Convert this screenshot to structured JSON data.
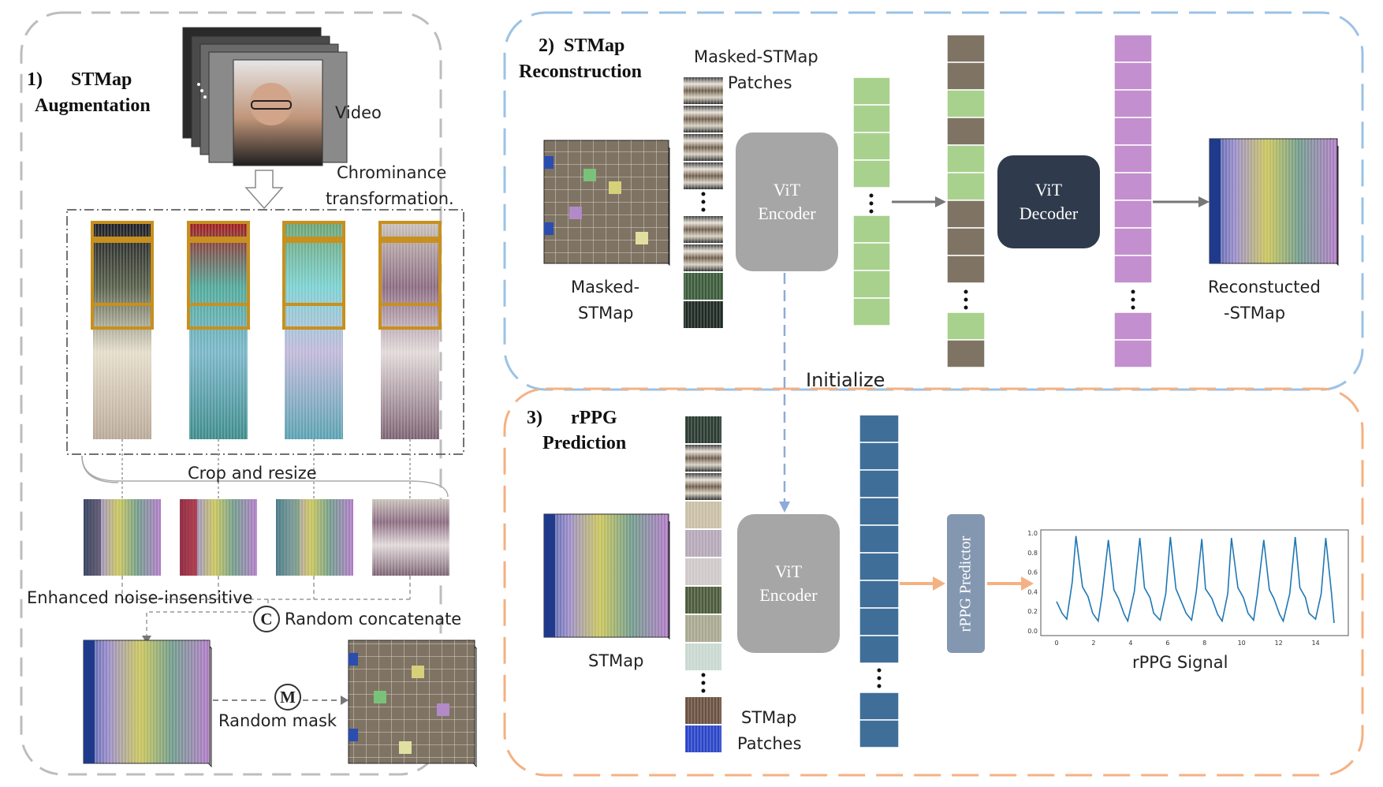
{
  "section1": {
    "title_line1": "1)      STMap",
    "title_line2": "Augmentation",
    "video_label": "Video",
    "chrominance_line1": "Chrominance",
    "chrominance_line2": "transformation.",
    "crop_label": "Crop and resize",
    "enhanced_label": "Enhanced noise-insensitive",
    "concat_symbol": "C",
    "concat_label": "Random concatenate",
    "mask_symbol": "M",
    "mask_label": "Random mask"
  },
  "section2": {
    "title_line1": "2)  STMap",
    "title_line2": "Reconstruction",
    "patches_line1": "Masked-STMap",
    "patches_line2": "Patches",
    "input_line1": "Masked-",
    "input_line2": "STMap",
    "encoder_label": "ViT\nEncoder",
    "decoder_label": "ViT\nDecoder",
    "output_line1": "Reconstucted",
    "output_line2": "-STMap"
  },
  "initialize_label": "Initialize",
  "section3": {
    "title_line1": "3)      rPPG",
    "title_line2": "Prediction",
    "input_label": "STMap",
    "patches_line1": "STMap",
    "patches_line2": "Patches",
    "encoder_label": "ViT\nEncoder",
    "predictor_label": "rPPG Predictor",
    "signal_label": "rPPG Signal"
  },
  "colors": {
    "section1_border": "#bdbdbd",
    "section2_border": "#9cc2e5",
    "section3_border": "#f4b183",
    "encoder_fill": "#a6a6a6",
    "decoder_fill": "#2f3b4c",
    "predictor_fill": "#8497b0",
    "green_token": "#a9d18e",
    "brown_token": "#7f7364",
    "purple_token": "#c38fcf",
    "blue_token": "#3f6e99",
    "signal_line": "#1f77b4",
    "frame_orange": "#c8901e"
  },
  "chart_data": {
    "type": "line",
    "x_ticks": [
      0,
      2,
      4,
      6,
      8,
      10,
      12,
      14
    ],
    "y_ticks": [
      0.0,
      0.2,
      0.4,
      0.6,
      0.8,
      1.0
    ],
    "xlim": [
      0,
      15
    ],
    "ylim": [
      0,
      1.0
    ],
    "series": [
      {
        "x": [
          0.0,
          0.3,
          0.55,
          0.85,
          1.05,
          1.4,
          1.7,
          1.95,
          2.25,
          2.45,
          2.8,
          3.1,
          3.35,
          3.65,
          3.85,
          4.2,
          4.5,
          4.75,
          5.05,
          5.25,
          5.6,
          5.9,
          6.15,
          6.45,
          6.65,
          7.0,
          7.3,
          7.55,
          7.85,
          8.05,
          8.4,
          8.7,
          8.95,
          9.25,
          9.45,
          9.8,
          10.1,
          10.35,
          10.65,
          10.85,
          11.2,
          11.5,
          11.75,
          12.05,
          12.25,
          12.6,
          12.9,
          13.15,
          13.45,
          13.65,
          14.0,
          14.3,
          14.55,
          14.85,
          15.0
        ],
        "y": [
          0.3,
          0.18,
          0.12,
          0.5,
          0.97,
          0.45,
          0.35,
          0.18,
          0.1,
          0.35,
          0.93,
          0.42,
          0.33,
          0.17,
          0.1,
          0.4,
          0.95,
          0.44,
          0.34,
          0.18,
          0.11,
          0.38,
          0.96,
          0.43,
          0.34,
          0.18,
          0.11,
          0.4,
          0.94,
          0.43,
          0.33,
          0.17,
          0.1,
          0.38,
          0.95,
          0.44,
          0.34,
          0.18,
          0.11,
          0.37,
          0.93,
          0.42,
          0.33,
          0.17,
          0.1,
          0.38,
          0.96,
          0.44,
          0.34,
          0.18,
          0.12,
          0.38,
          0.95,
          0.4,
          0.08
        ]
      }
    ]
  }
}
